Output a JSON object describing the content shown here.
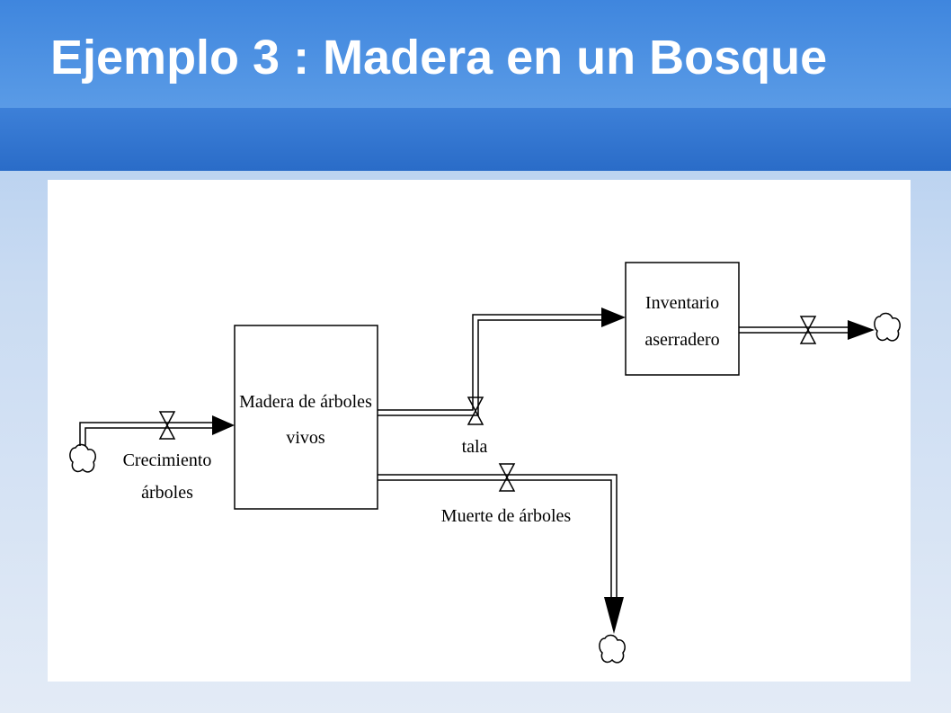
{
  "slide": {
    "title": "Ejemplo 3 : Madera en un Bosque"
  },
  "diagram": {
    "stocks": {
      "madera": {
        "line1": "Madera de árboles",
        "line2": "vivos"
      },
      "inventario": {
        "line1": "Inventario",
        "line2": "aserradero"
      }
    },
    "flows": {
      "crecimiento": {
        "line1": "Crecimiento",
        "line2": "árboles"
      },
      "tala": {
        "label": "tala"
      },
      "muerte": {
        "label": "Muerte de árboles"
      }
    },
    "colors": {
      "title_bar": "#3f86de",
      "panel": "#ffffff",
      "ink": "#000000"
    }
  }
}
